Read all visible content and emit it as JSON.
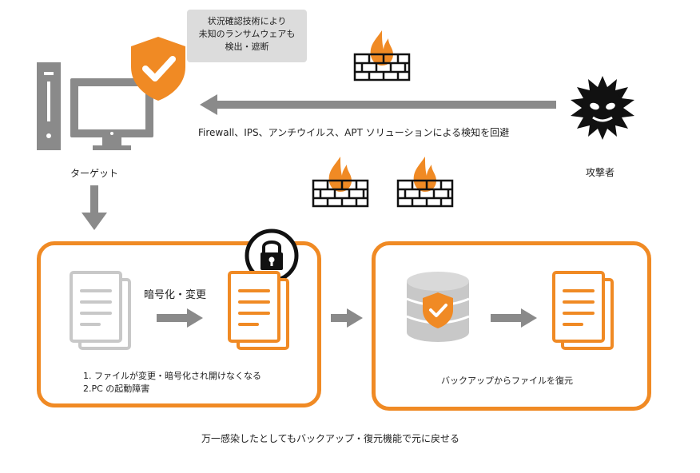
{
  "callout": {
    "line1": "状況確認技術により",
    "line2": "未知のランサムウェアも",
    "line3": "検出・遮断"
  },
  "attack_path_label": "Firewall、IPS、アンチウイルス、APT ソリューションによる検知を回避",
  "target_label": "ターゲット",
  "attacker_label": "攻撃者",
  "left_panel": {
    "arrow_label": "暗号化・変更",
    "note1": "1. ファイルが変更・暗号化され開けなくなる",
    "note2": "2.PC の起動障害"
  },
  "right_panel": {
    "caption": "バックアップからファイルを復元"
  },
  "footer_caption": "万一感染したとしてもバックアップ・復元機能で元に戻せる",
  "colors": {
    "accent": "#f08a24",
    "gray": "#8a8a8a",
    "light_gray": "#c8c8c8",
    "dark": "#111111"
  }
}
